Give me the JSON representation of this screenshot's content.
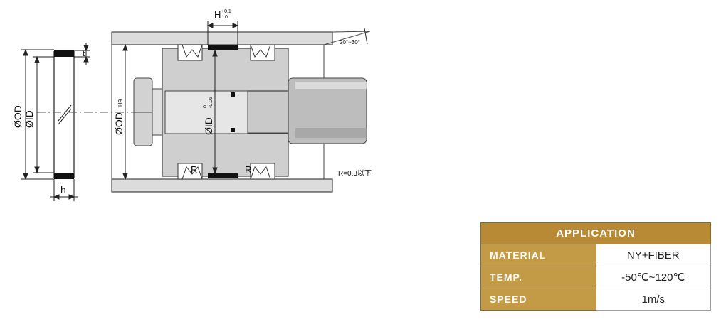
{
  "diagram": {
    "labels": {
      "od": "ØOD",
      "id": "ØID",
      "t": "t",
      "h": "h",
      "h_top": "H",
      "h_tol_upper": "+0.1",
      "h_tol_lower": "0",
      "od_h9": "ØOD",
      "od_h9_sub": "H9",
      "id_inner": "ØID",
      "id_tol_upper": "0",
      "id_tol_lower": "-0.05",
      "angle": "20°~30°",
      "r_left": "R",
      "r_right": "R",
      "r_note": "R=0.3以下"
    }
  },
  "application": {
    "header": "APPLICATION",
    "rows": [
      {
        "label": "MATERIAL",
        "value": "NY+FIBER"
      },
      {
        "label": "TEMP.",
        "value": "-50℃~120℃"
      },
      {
        "label": "SPEED",
        "value": "1m/s"
      }
    ]
  }
}
